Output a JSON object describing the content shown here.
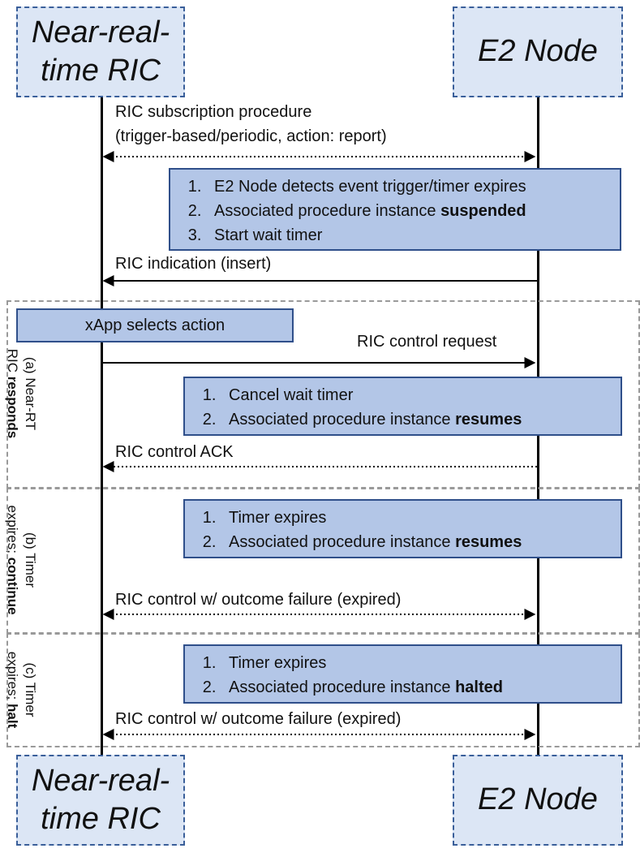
{
  "actors": {
    "left_top": "Near-real-time RIC",
    "right_top": "E2 Node",
    "left_bottom": "Near-real-time RIC",
    "right_bottom": "E2 Node"
  },
  "messages": {
    "subscription_line1": "RIC subscription procedure",
    "subscription_line2": "(trigger-based/periodic, action: report)",
    "indication": "RIC indication (insert)",
    "control_request": "RIC control request",
    "control_ack": "RIC control ACK",
    "failure_b": "RIC control w/ outcome failure (expired)",
    "failure_c": "RIC control w/ outcome failure (expired)"
  },
  "notes": {
    "detect": {
      "item1": "E2 Node detects event trigger/timer expires",
      "item2_prefix": "Associated procedure instance ",
      "item2_bold": "suspended",
      "item3": "Start wait timer"
    },
    "xapp": "xApp selects action",
    "a": {
      "item1": "Cancel wait timer",
      "item2_prefix": "Associated procedure instance ",
      "item2_bold": "resumes"
    },
    "b": {
      "item1": "Timer expires",
      "item2_prefix": "Associated procedure instance ",
      "item2_bold": "resumes"
    },
    "c": {
      "item1": "Timer expires",
      "item2_prefix": "Associated procedure instance ",
      "item2_bold": "halted"
    }
  },
  "regions": {
    "a": {
      "line1": "(a) Near-RT",
      "line2_prefix": "RIC ",
      "line2_bold": "responds"
    },
    "b": {
      "line1": "(b) Timer",
      "line2_prefix": "expires; ",
      "line2_bold": "continue"
    },
    "c": {
      "line1": "(c) Timer",
      "line2_prefix": "expires; ",
      "line2_bold": "halt"
    }
  },
  "colors": {
    "actor_fill": "#dce6f5",
    "actor_border": "#3a5f9a",
    "note_fill": "#b3c6e7",
    "note_border": "#2f4f8a",
    "region_border": "#9a9a9a"
  }
}
